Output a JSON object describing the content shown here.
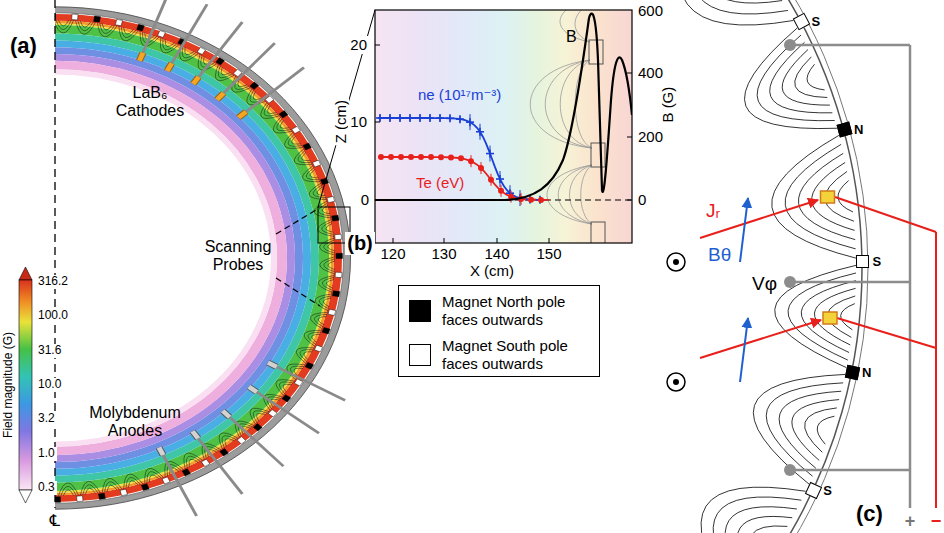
{
  "diagram": {
    "nodes": [
      {
        "text": [
          "S"
        ]
      },
      {
        "text": [
          "N"
        ]
      },
      {
        "text": [
          "S"
        ]
      },
      {
        "text": [
          "N"
        ]
      },
      {
        "text": [
          "S"
        ]
      }
    ],
    "labels": [
      "(a)",
      "LaB₆ Cathodes",
      "Scanning Probes",
      "Molybdenum Anodes",
      "Field magnitude (G)",
      "316.2",
      "100.0",
      "31.6",
      "10.0",
      "3.2",
      "1.0",
      "0.3",
      "℄",
      "(b)",
      "Z (cm)",
      "20",
      "10",
      "0",
      "X (cm)",
      "120",
      "130",
      "140",
      "150",
      "B (G)",
      "600",
      "400",
      "200",
      "0",
      "ne (10¹⁷m⁻³)",
      "Te (eV)",
      "B",
      "Jᵣ",
      "Bθ",
      "Vφ",
      "+",
      "−",
      "(c)"
    ],
    "legend": [
      {
        "text": "Magnet North pole faces outwards",
        "color": "#000000"
      },
      {
        "text": "Magnet South pole faces outwards",
        "color": "#ffffff"
      }
    ]
  }
}
